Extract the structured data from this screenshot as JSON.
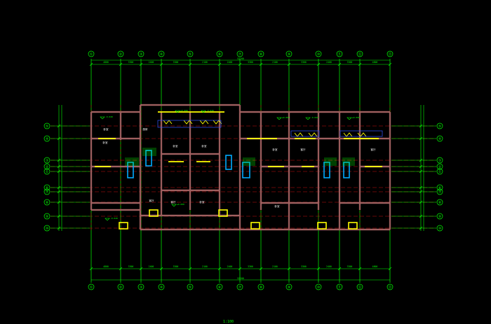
{
  "colors": {
    "background": "#000000",
    "axis": "#00ff00",
    "axis_hidden": "#cc1111",
    "wall": "#ff9999",
    "window": "#ffff00",
    "label": "#00ff00",
    "stair": "#00aaff",
    "door": "#ffffff",
    "blue": "#3355ff"
  },
  "axes_top": [
    "①",
    "②",
    "③",
    "④",
    "⑤",
    "⑥",
    "⑦",
    "⑧",
    "⑨",
    "⑩",
    "⑪",
    "⑫",
    "⑬"
  ],
  "axes_bottom": [
    "①",
    "②",
    "③",
    "④",
    "⑤",
    "⑥",
    "⑦",
    "⑧",
    "⑨",
    "⑩",
    "⑪",
    "⑫",
    "⑬"
  ],
  "axes_left": [
    "⑤",
    "④",
    "③",
    "②",
    "①",
    "⑥",
    "⑦",
    "⑧",
    "⑨",
    "⑩"
  ],
  "axes_right": [
    "⑤",
    "④",
    "③",
    "②",
    "①",
    "⑥",
    "⑦",
    "⑧",
    "⑨",
    "⑩"
  ],
  "dims_top": [
    "4800",
    "3300",
    "2400",
    "3300",
    "2100",
    "2400",
    "3300",
    "2100",
    "3300",
    "2400",
    "3300",
    "4800"
  ],
  "dims_bottom": [
    "4800",
    "3300",
    "2400",
    "3300",
    "2100",
    "2400",
    "3300",
    "2100",
    "3300",
    "2400",
    "3300",
    "4800"
  ],
  "dim_total_top": "52200",
  "dim_total_bottom": "52200",
  "rooms": [
    {
      "id": "r1",
      "label": "卧室"
    },
    {
      "id": "r2",
      "label": "卧室"
    },
    {
      "id": "r3",
      "label": "厨房"
    },
    {
      "id": "r4",
      "label": "卧室"
    },
    {
      "id": "r5",
      "label": "卧室"
    },
    {
      "id": "r6",
      "label": "卧室"
    },
    {
      "id": "r7",
      "label": "客厅"
    },
    {
      "id": "r8",
      "label": "客厅"
    },
    {
      "id": "r9",
      "label": "客厅"
    },
    {
      "id": "r10",
      "label": "客厅"
    },
    {
      "id": "r11",
      "label": "卧室"
    },
    {
      "id": "r12",
      "label": "卧室"
    }
  ],
  "elevations": [
    "-0.020",
    "±0.000",
    "-0.020",
    "±0.000",
    "-0.020",
    "±0.000",
    "-0.020",
    "±0.000"
  ],
  "footer_text": "1:100"
}
